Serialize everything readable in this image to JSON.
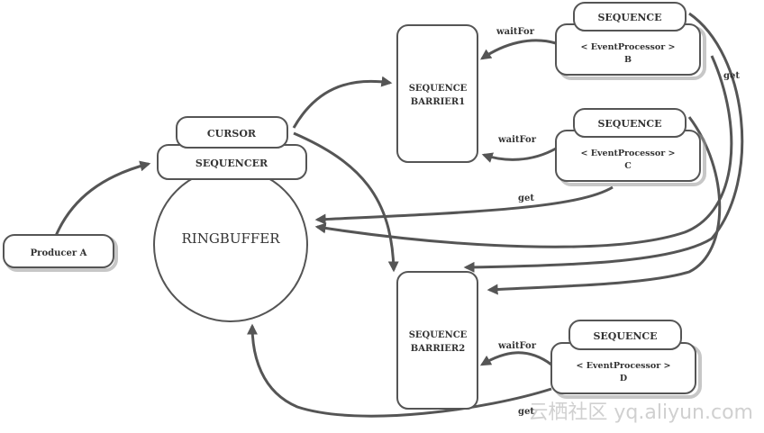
{
  "colors": {
    "stroke": "#555555",
    "text": "#333333",
    "watermark": "#d0d0d0"
  },
  "nodes": {
    "producer": "Producer A",
    "ringbuffer": "RINGBUFFER",
    "cursor": "CURSOR",
    "sequencer": "SEQUENCER",
    "barrier1": [
      "SEQUENCE",
      "BARRIER1"
    ],
    "barrier2": [
      "SEQUENCE",
      "BARRIER2"
    ],
    "processor_b": {
      "sequence": "SEQUENCE",
      "name": "< EventProcessor >",
      "id": "B"
    },
    "processor_c": {
      "sequence": "SEQUENCE",
      "name": "< EventProcessor >",
      "id": "C"
    },
    "processor_d": {
      "sequence": "SEQUENCE",
      "name": "< EventProcessor >",
      "id": "D"
    }
  },
  "edge_labels": {
    "waitfor_b": "waitFor",
    "waitfor_c": "waitFor",
    "waitfor_d": "waitFor",
    "get_b": "get",
    "get_c": "get",
    "get_d": "get"
  },
  "watermark": "云栖社区 yq.aliyun.com"
}
